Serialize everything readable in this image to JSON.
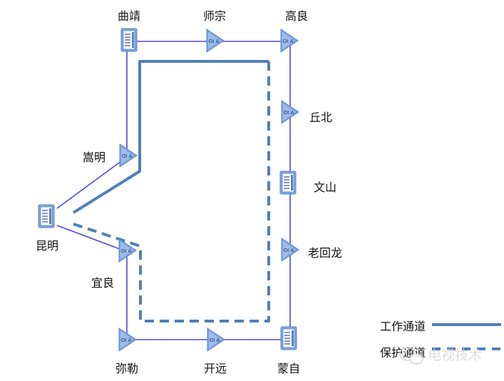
{
  "colors": {
    "link": "#4a4ae0",
    "working_path": "#4f7fb8",
    "protection_path": "#4f7fb8",
    "node_fill": "#7fa6e0",
    "node_edge": "#5b84c4",
    "watermark": "#d8d8d8"
  },
  "nodes": {
    "qujing": {
      "label": "曲靖",
      "icon": "adm-rack-icon"
    },
    "shizong": {
      "label": "师宗",
      "icon": "amplifier-triangle-icon"
    },
    "gaoliang": {
      "label": "高良",
      "icon": "amplifier-triangle-icon"
    },
    "qiubei": {
      "label": "丘北",
      "icon": "amplifier-triangle-icon"
    },
    "wenshan": {
      "label": "文山",
      "icon": "adm-rack-icon"
    },
    "laohuilong": {
      "label": "老回龙",
      "icon": "amplifier-triangle-icon"
    },
    "mengzi": {
      "label": "蒙自",
      "icon": "adm-rack-icon"
    },
    "kaiyuan": {
      "label": "开远",
      "icon": "amplifier-triangle-icon"
    },
    "mile": {
      "label": "弥勒",
      "icon": "amplifier-triangle-icon"
    },
    "yiliang": {
      "label": "宜良",
      "icon": "amplifier-triangle-icon"
    },
    "songming": {
      "label": "嵩明",
      "icon": "amplifier-triangle-icon"
    },
    "kunming": {
      "label": "昆明",
      "icon": "adm-rack-icon"
    }
  },
  "legend": {
    "working_label": "工作通道",
    "protection_label": "保护通道"
  },
  "watermark": {
    "text": "电视技术",
    "icon": "wechat-icon"
  }
}
